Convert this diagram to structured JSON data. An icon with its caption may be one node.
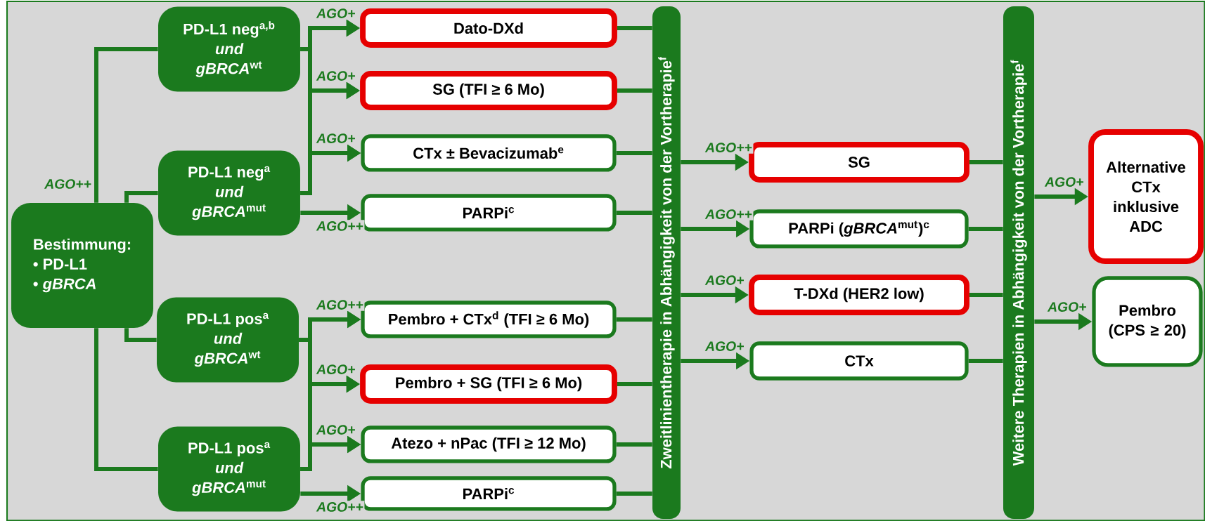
{
  "diagram": {
    "nodes": [
      {
        "text": [
          "Bestimmung:",
          "•  PD-L1",
          "•  *gBRCA*"
        ]
      },
      {
        "text": [
          "PD-L1 neg$^{a,b}$",
          "und",
          "*gBRCA*$^{wt}$"
        ]
      },
      {
        "text": [
          "PD-L1 neg$^{a}$",
          "und",
          "*gBRCA*$^{mut}$"
        ]
      },
      {
        "text": [
          "PD-L1 pos$^{a}$",
          "und",
          "*gBRCA*$^{wt}$"
        ]
      },
      {
        "text": [
          "PD-L1 pos$^{a}$",
          "und",
          "*gBRCA*$^{mut}$"
        ]
      },
      {
        "text": [
          "Dato-DXd"
        ]
      },
      {
        "text": [
          "SG (TFI ≥ 6 Mo)"
        ]
      },
      {
        "text": [
          "CTx ± Bevacizumab$^{e}$"
        ]
      },
      {
        "text": [
          "PARPi$^{c}$"
        ]
      },
      {
        "text": [
          "Pembro + CTx$^{d}$ (TFI ≥ 6 Mo)"
        ]
      },
      {
        "text": [
          "Pembro + SG (TFI ≥ 6 Mo)"
        ]
      },
      {
        "text": [
          "Atezo + nPac (TFI ≥ 12 Mo)"
        ]
      },
      {
        "text": [
          "PARPi$^{c}$"
        ]
      },
      {
        "text": [
          "Zweitlinientherapie in Abhängigkeit von der Vortherapie$^{f}$"
        ]
      },
      {
        "text": [
          "SG"
        ]
      },
      {
        "text": [
          "PARPi (*gBRCA*$^{mut}$)$^{c}$"
        ]
      },
      {
        "text": [
          "T-DXd (HER2 low)"
        ]
      },
      {
        "text": [
          "CTx"
        ]
      },
      {
        "text": [
          "Weitere Therapien in Abhängigkeit von der Vortherapie$^{f}$"
        ]
      },
      {
        "text": [
          "Alternative CTx inklusive ADC"
        ]
      },
      {
        "text": [
          "Pembro (CPS ≥ 20)"
        ]
      }
    ],
    "edges": [
      {
        "from": 0,
        "to": 1,
        "arrow": "none",
        "label": "AGO++"
      },
      {
        "from": 0,
        "to": 2,
        "arrow": "none"
      },
      {
        "from": 0,
        "to": 3,
        "arrow": "none"
      },
      {
        "from": 0,
        "to": 4,
        "arrow": "none"
      },
      {
        "from": 1,
        "to": 5,
        "arrow": "to",
        "label": "AGO+"
      },
      {
        "from": 1,
        "to": 6,
        "arrow": "to",
        "label": "AGO+"
      },
      {
        "from": 1,
        "to": 7,
        "arrow": "to",
        "label": "AGO+"
      },
      {
        "from": 2,
        "to": 5,
        "arrow": "to"
      },
      {
        "from": 2,
        "to": 6,
        "arrow": "to"
      },
      {
        "from": 2,
        "to": 7,
        "arrow": "to"
      },
      {
        "from": 2,
        "to": 8,
        "arrow": "to",
        "label": "AGO++"
      },
      {
        "from": 3,
        "to": 9,
        "arrow": "to",
        "label": "AGO++"
      },
      {
        "from": 3,
        "to": 10,
        "arrow": "to",
        "label": "AGO+"
      },
      {
        "from": 3,
        "to": 11,
        "arrow": "to",
        "label": "AGO+"
      },
      {
        "from": 4,
        "to": 9,
        "arrow": "to"
      },
      {
        "from": 4,
        "to": 10,
        "arrow": "to"
      },
      {
        "from": 4,
        "to": 11,
        "arrow": "to"
      },
      {
        "from": 4,
        "to": 12,
        "arrow": "to",
        "label": "AGO++"
      },
      {
        "from": 5,
        "to": 13,
        "arrow": "none"
      },
      {
        "from": 6,
        "to": 13,
        "arrow": "none"
      },
      {
        "from": 7,
        "to": 13,
        "arrow": "none"
      },
      {
        "from": 8,
        "to": 13,
        "arrow": "none"
      },
      {
        "from": 9,
        "to": 13,
        "arrow": "none"
      },
      {
        "from": 10,
        "to": 13,
        "arrow": "none"
      },
      {
        "from": 11,
        "to": 13,
        "arrow": "none"
      },
      {
        "from": 12,
        "to": 13,
        "arrow": "none"
      },
      {
        "from": 13,
        "to": 14,
        "arrow": "to",
        "label": "AGO++"
      },
      {
        "from": 13,
        "to": 15,
        "arrow": "to",
        "label": "AGO++"
      },
      {
        "from": 13,
        "to": 16,
        "arrow": "to",
        "label": "AGO+"
      },
      {
        "from": 13,
        "to": 17,
        "arrow": "to",
        "label": "AGO+"
      },
      {
        "from": 14,
        "to": 18,
        "arrow": "none"
      },
      {
        "from": 15,
        "to": 18,
        "arrow": "none"
      },
      {
        "from": 16,
        "to": 18,
        "arrow": "none"
      },
      {
        "from": 17,
        "to": 18,
        "arrow": "none"
      },
      {
        "from": 18,
        "to": 19,
        "arrow": "to",
        "label": "AGO+"
      },
      {
        "from": 18,
        "to": 20,
        "arrow": "to",
        "label": "AGO+"
      }
    ]
  }
}
